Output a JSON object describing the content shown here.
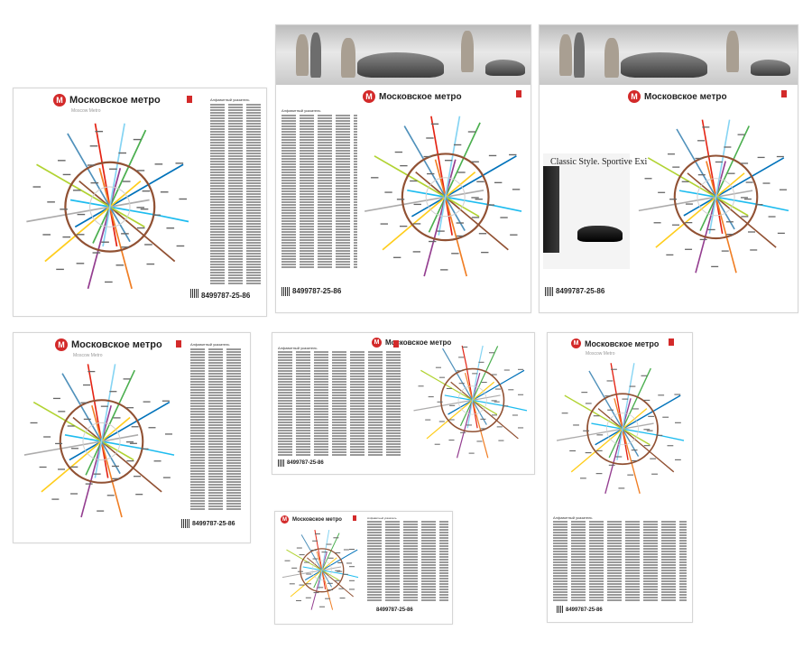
{
  "header": {
    "title": "Московское метро",
    "subtitle": "Moscow Metro",
    "logo_letter": "М"
  },
  "index_label": "Алфавитный указатель",
  "phone": "8499787-25-86",
  "ad": {
    "headline": "Classic Style. Sportive Exi"
  },
  "colors": {
    "metro_red": "#d32a2a",
    "lines": [
      "#e42313",
      "#4baf4f",
      "#0072ba",
      "#1ebcef",
      "#915133",
      "#f07e24",
      "#943e90",
      "#ffcd1c",
      "#adacac",
      "#b1d332",
      "#5091bb",
      "#85d4f3",
      "#009a95"
    ]
  }
}
